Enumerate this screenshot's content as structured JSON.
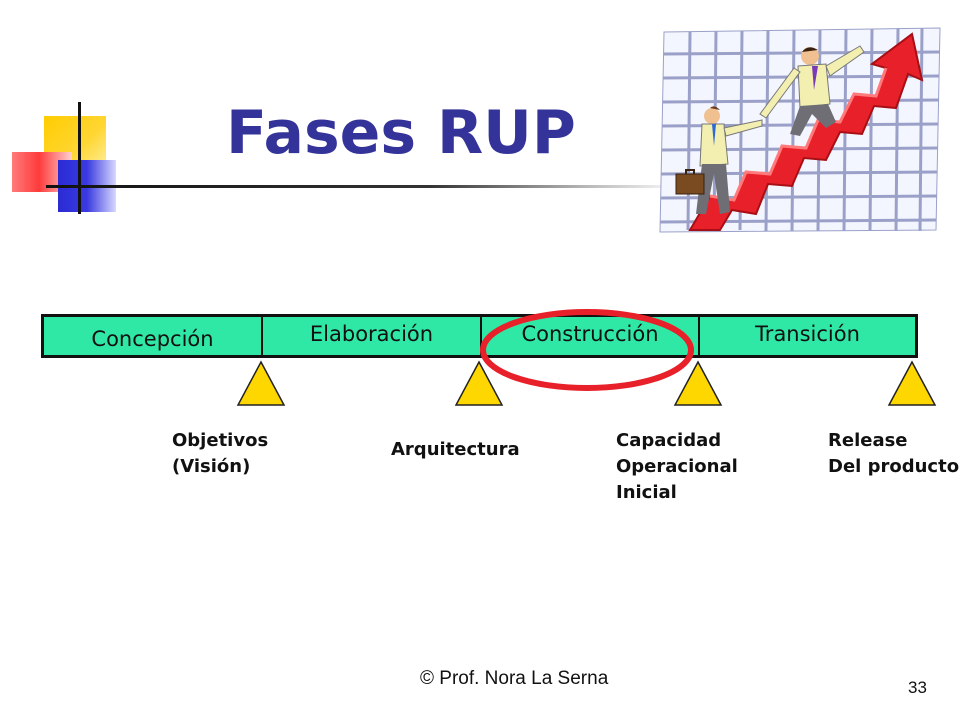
{
  "slide": {
    "title": "Fases RUP",
    "phases": [
      {
        "label": "Concepción"
      },
      {
        "label": "Elaboración"
      },
      {
        "label": "Construcción",
        "highlighted": true
      },
      {
        "label": "Transición"
      }
    ],
    "milestones": [
      {
        "label": "Objetivos\n(Visión)"
      },
      {
        "label": "Arquitectura"
      },
      {
        "label": "Capacidad\nOperacional\nInicial"
      },
      {
        "label": "Release\nDel producto"
      }
    ],
    "footer": "© Prof. Nora La Serna",
    "page_number": "33",
    "colors": {
      "title": "#333399",
      "phase_fill": "#2fe8a6",
      "milestone": "#ffd700",
      "highlight": "#e8202a"
    },
    "icons": [
      "staircase-arrow-businessmen-clipart",
      "milestone-triangle-icon"
    ]
  }
}
